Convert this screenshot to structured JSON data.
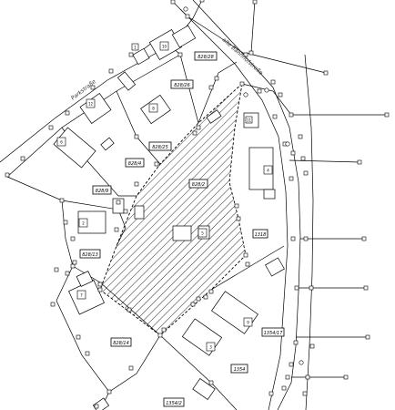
{
  "map": {
    "colors": {
      "line": "#000000",
      "hatch": "#000000",
      "background": "#ffffff"
    },
    "streets": {
      "parkstrasse": "Parkstraße",
      "alte_bahnhofstrasse": "alte Bahnhofstraße"
    },
    "parcel_labels": {
      "p828_28": "828/28",
      "p828_26": "828/26",
      "p828_25": "828/25",
      "p828_4": "828/4",
      "p828_9": "828/9",
      "p828_2": "828/2",
      "p828_13": "828/13",
      "p828_14": "828/14",
      "p1318": "1318",
      "p1354_17": "1354/17",
      "p1354": "1354",
      "p1354_2": "1354/2"
    },
    "house_numbers": {
      "h1": "10",
      "h2": "12",
      "h3": "8",
      "h4": "6",
      "h5": "4",
      "h6": "2",
      "h7": "5",
      "h8": "7",
      "h9": "9",
      "h10": "3",
      "h11": "1",
      "h12": "11"
    }
  }
}
